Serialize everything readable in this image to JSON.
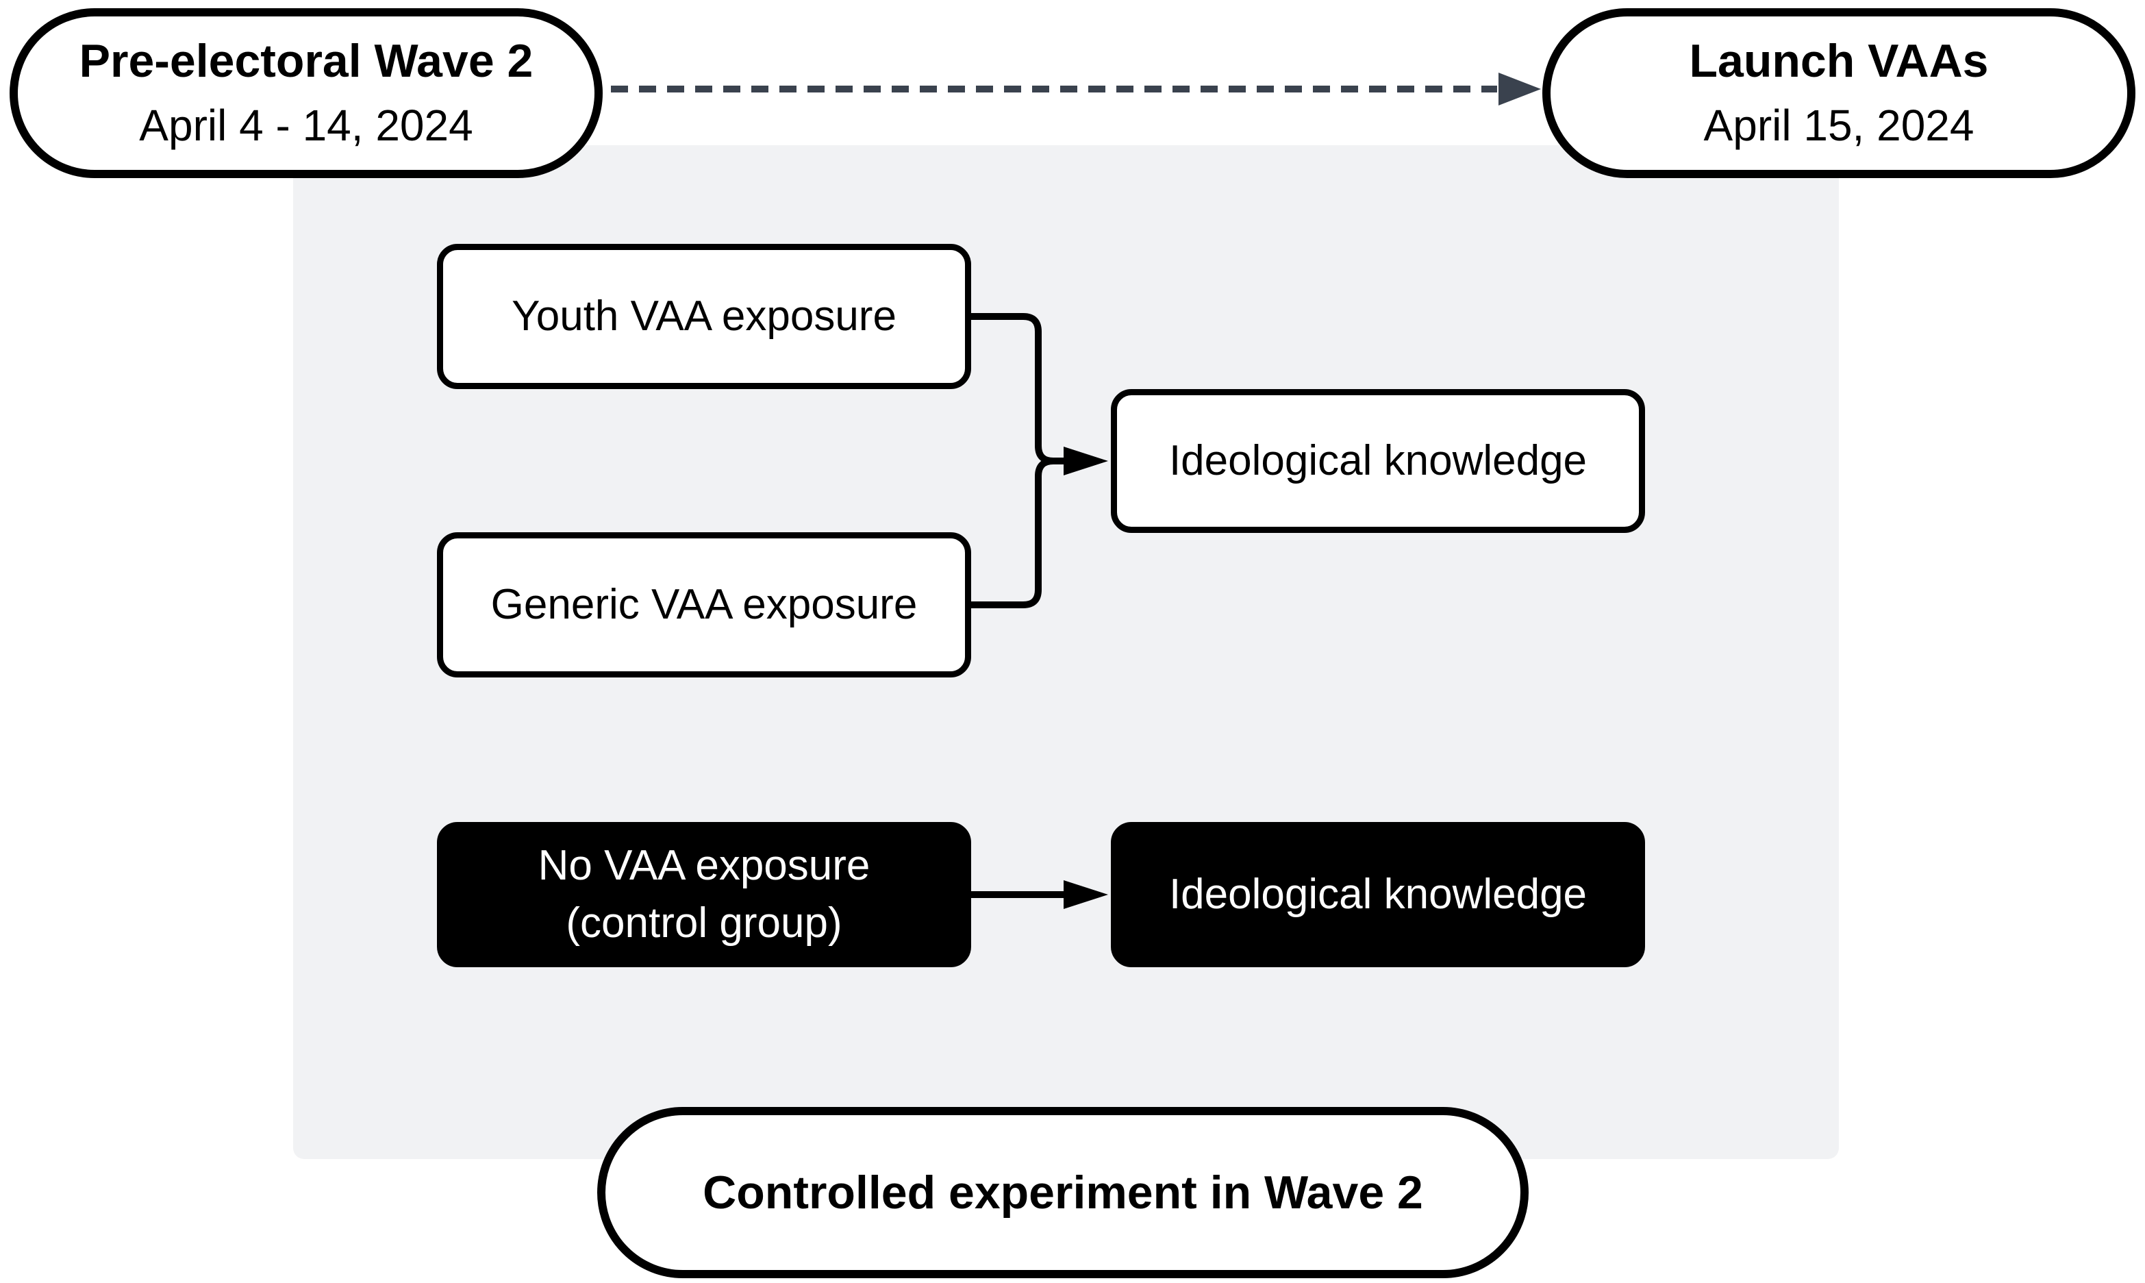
{
  "figure": {
    "timeline": {
      "left_pill": {
        "title": "Pre-electoral Wave 2",
        "subtitle": "April 4 - 14, 2024"
      },
      "right_pill": {
        "title": "Launch VAAs",
        "subtitle": "April 15, 2024"
      }
    },
    "panel": {
      "treatment_youth": "Youth VAA exposure",
      "treatment_generic": "Generic VAA exposure",
      "outcome_treatment": "Ideological knowledge",
      "control_line1": "No VAA exposure",
      "control_line2": "(control group)",
      "outcome_control": "Ideological knowledge"
    },
    "caption": "Controlled experiment in Wave 2"
  },
  "colors": {
    "background": "#ffffff",
    "panel": "#f1f2f4",
    "node_fill": "#ffffff",
    "node_border": "#000000",
    "dark_node_fill": "#000000",
    "dark_node_text": "#ffffff",
    "connector": "#000000",
    "timeline_connector": "#3a424e",
    "text": "#000000"
  }
}
